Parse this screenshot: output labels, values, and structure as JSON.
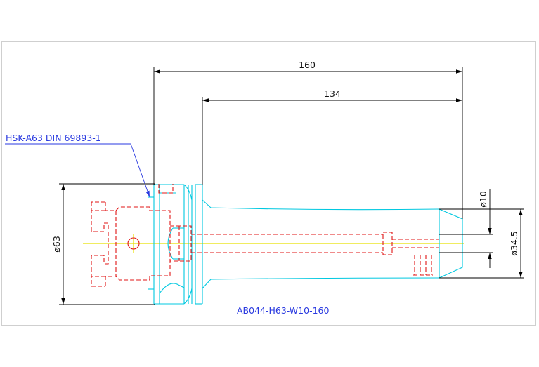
{
  "dimensions": {
    "overall_length": "160",
    "shank_length": "134",
    "flange_diameter": "ø63",
    "tip_diameter": "ø10",
    "body_diameter": "ø34.5"
  },
  "labels": {
    "interface_callout": "HSK-A63 DIN 69893-1",
    "part_number": "AB044-H63-W10-160"
  },
  "colors": {
    "outline": "#00c8e0",
    "hidden_lines": "#e01414",
    "center_line": "#e8e000",
    "dimension": "#000000",
    "text_annotation": "#2a3ae0"
  }
}
